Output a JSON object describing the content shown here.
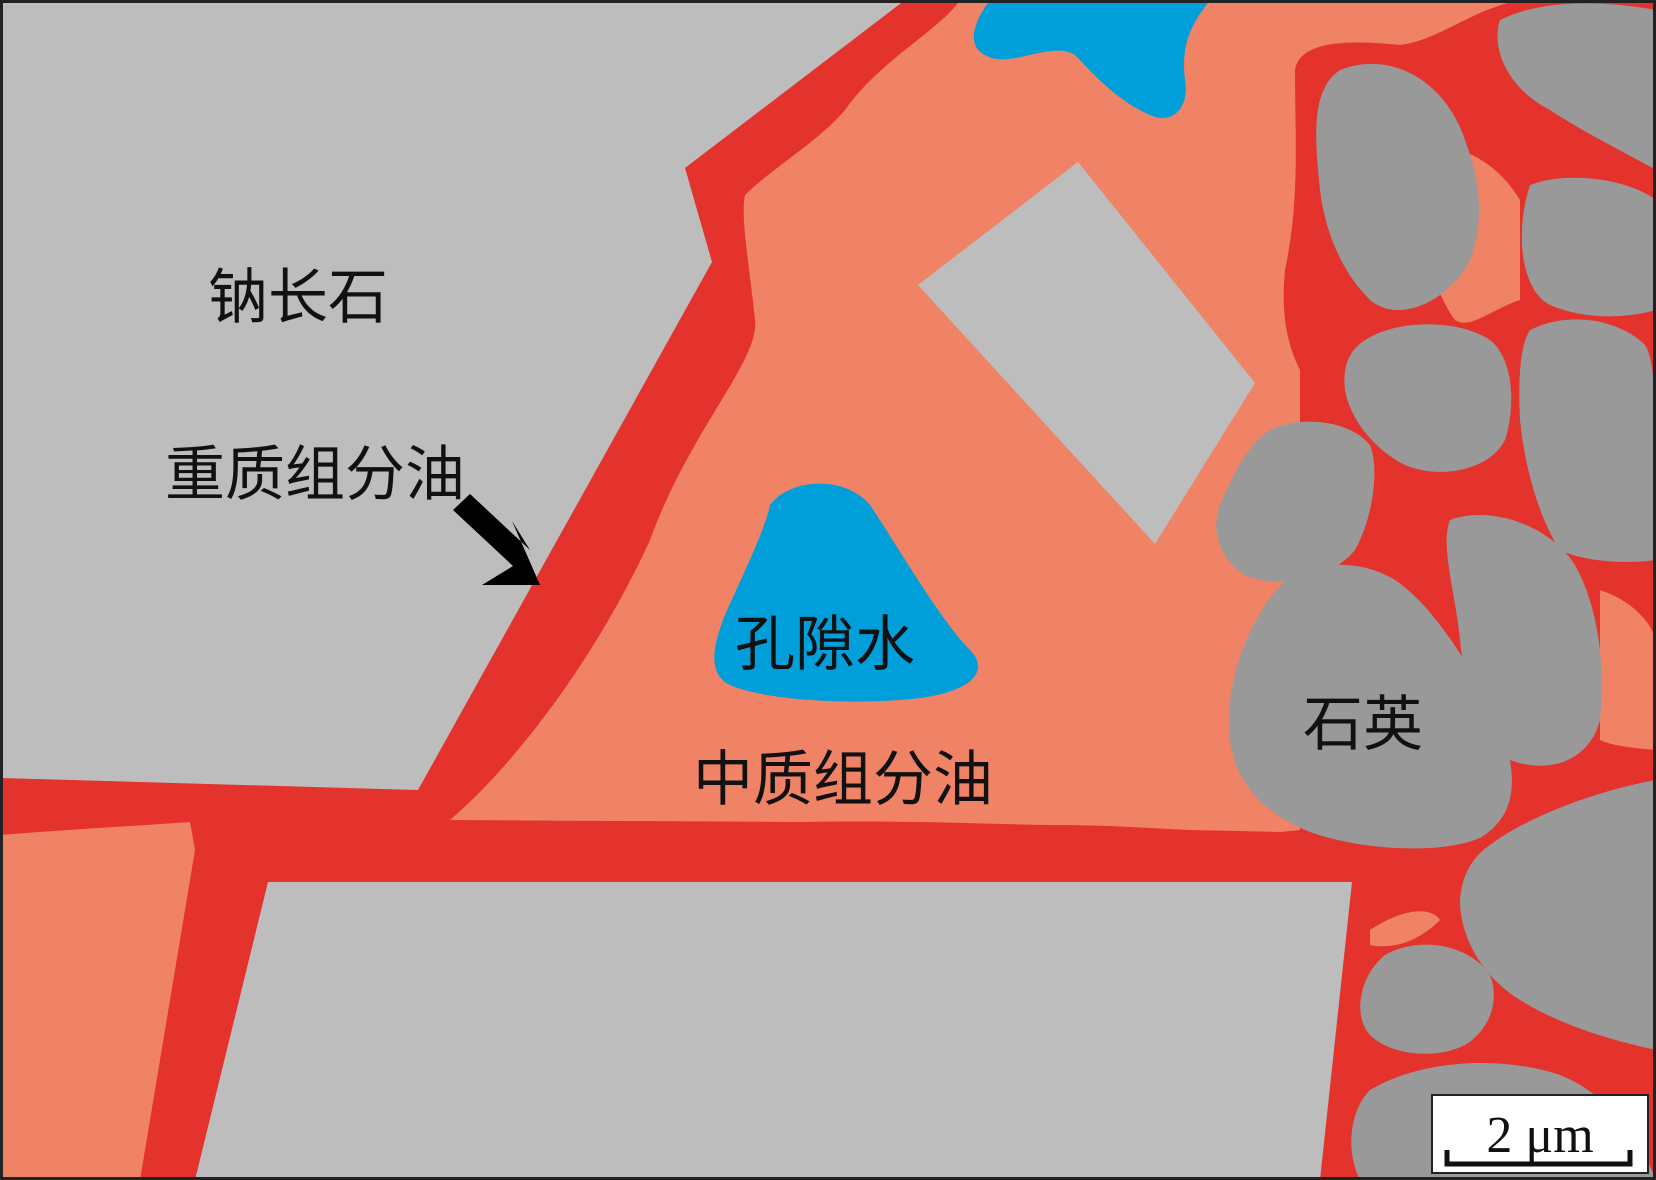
{
  "labels": {
    "albite": "钠长石",
    "heavy_oil": "重质组分油",
    "pore_water": "孔隙水",
    "medium_oil": "中质组分油",
    "quartz": "石英"
  },
  "scale_bar": {
    "text": "2 μm"
  },
  "colors": {
    "background": "#ffffff",
    "mineral_gray": "#bdbdbd",
    "quartz_gray": "#999999",
    "heavy_oil_red": "#e3332c",
    "medium_oil_salmon": "#f08266",
    "water_blue": "#009fd9",
    "arrow_black": "#000000",
    "border": "#222222"
  },
  "icons": {
    "arrow": "arrow-icon"
  }
}
